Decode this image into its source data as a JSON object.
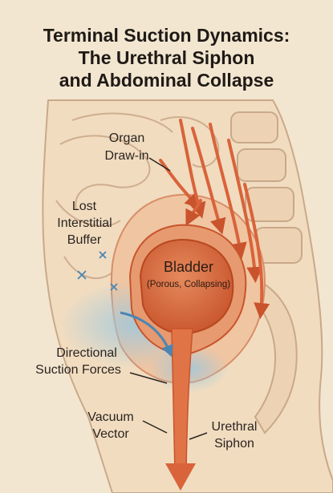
{
  "title": {
    "line1": "Terminal Suction Dynamics:",
    "line2": "The Urethral Siphon",
    "line3": "and Abdominal Collapse"
  },
  "labels": {
    "organ_draw_in_1": "Organ",
    "organ_draw_in_2": "Draw-in",
    "lost_buffer_1": "Lost",
    "lost_buffer_2": "Interstitial",
    "lost_buffer_3": "Buffer",
    "bladder": "Bladder",
    "bladder_sub": "(Porous, Collapsing)",
    "directional_1": "Directional",
    "directional_2": "Suction Forces",
    "vacuum_1": "Vacuum",
    "vacuum_2": "Vector",
    "urethral_1": "Urethral",
    "urethral_2": "Siphon"
  },
  "colors": {
    "background": "#f3e6d0",
    "body_outline": "#c9a98a",
    "bladder": "#d86a3c",
    "arrow": "#d9633a",
    "suction_blue": "#8ec0d8",
    "marker_blue": "#4a86b4"
  }
}
